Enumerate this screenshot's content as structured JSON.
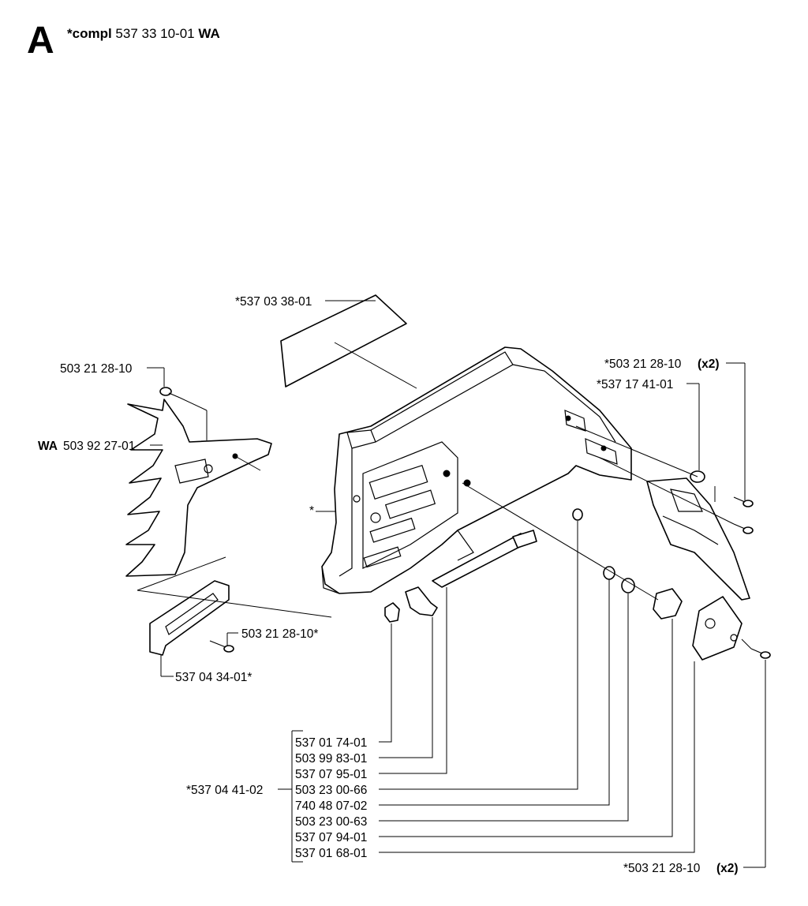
{
  "header": {
    "section_letter": "A",
    "compl_label": "*compl",
    "compl_number": "537 33 10-01",
    "compl_suffix": "WA"
  },
  "labels": {
    "decal": "*537 03 38-01",
    "screw_left_top": "503 21 28-10",
    "spike_prefix": "WA",
    "spike_number": "503 92 27-01",
    "cover_star": "*",
    "screw_right_top": "*503 21 28-10",
    "screw_right_top_qty": "(x2)",
    "guard_right": "*537 17 41-01",
    "screw_bottom_left": "503 21 28-10*",
    "plate_bottom_left": "537 04 34-01*",
    "screw_right_bottom": "*503 21 28-10",
    "screw_right_bottom_qty": "(x2)",
    "group_label": "*537 04 41-02"
  },
  "parts_list": [
    "537 01 74-01",
    "503 99 83-01",
    "537 07 95-01",
    "503 23 00-66",
    "740 48 07-02",
    "503 23 00-63",
    "537 07 94-01",
    "537 01 68-01"
  ]
}
